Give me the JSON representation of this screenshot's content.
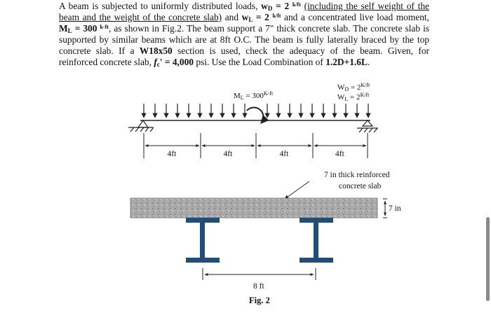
{
  "problem": {
    "line1": {
      "a": "A beam is subjected to uniformly distributed loads, ",
      "wd": "w",
      "wd_sub": "D",
      "wd_val": " = 2 ",
      "wd_unit": "k/ft",
      "u_text": "(including the self weight of the"
    },
    "line2": {
      "u_text": "beam and the weight of the concrete slab)",
      "and": " and ",
      "wl": "w",
      "wl_sub": "L",
      "wl_val": " = 2 ",
      "wl_unit": "k/ft",
      "rest": " and a concentrated live load moment,"
    },
    "line3": {
      "ml": "M",
      "ml_sub": "L",
      "ml_val": " = 300 ",
      "ml_unit": "k-ft",
      "rest": ", as shown in Fig.2. The beam support a 7\" thick concrete slab. The concrete slab is"
    },
    "line4": "supported by similar beams which are at 8ft O.C. The beam is fully laterally braced by the top",
    "line5": {
      "a": "concrete slab.  If a ",
      "section": "W18x50",
      "b": " section is used, check the adequacy of the beam. Given, for"
    },
    "line6": {
      "a": "reinforced concrete slab, ",
      "fc": "f",
      "fc_sub": "c",
      "fc_val": "' = 4,000",
      "b": " psi. Use the Load Combination of ",
      "combo": "1.2D+1.6L",
      "end": "."
    }
  },
  "figure": {
    "wd_label": "W",
    "wd_sub": "D",
    "wd_eq": " = 2",
    "wd_unit": "K/ft",
    "wl_label": "W",
    "wl_sub": "L",
    "wl_eq": " = 2",
    "wl_unit": "K/ft",
    "ml_label": "M",
    "ml_sub": "L",
    "ml_eq": " = 300",
    "ml_unit": "K-ft",
    "spans": [
      "4ft",
      "4ft",
      "4ft",
      "4ft"
    ],
    "slab_label_1": "7 in thick reinforced",
    "slab_label_2": "concrete slab",
    "slab_thickness": "7 in",
    "spacing": "8 ft",
    "caption": "Fig. 2",
    "colors": {
      "flange": "#1f4e79",
      "slab": "#a8a8a8",
      "line": "#222222"
    }
  }
}
